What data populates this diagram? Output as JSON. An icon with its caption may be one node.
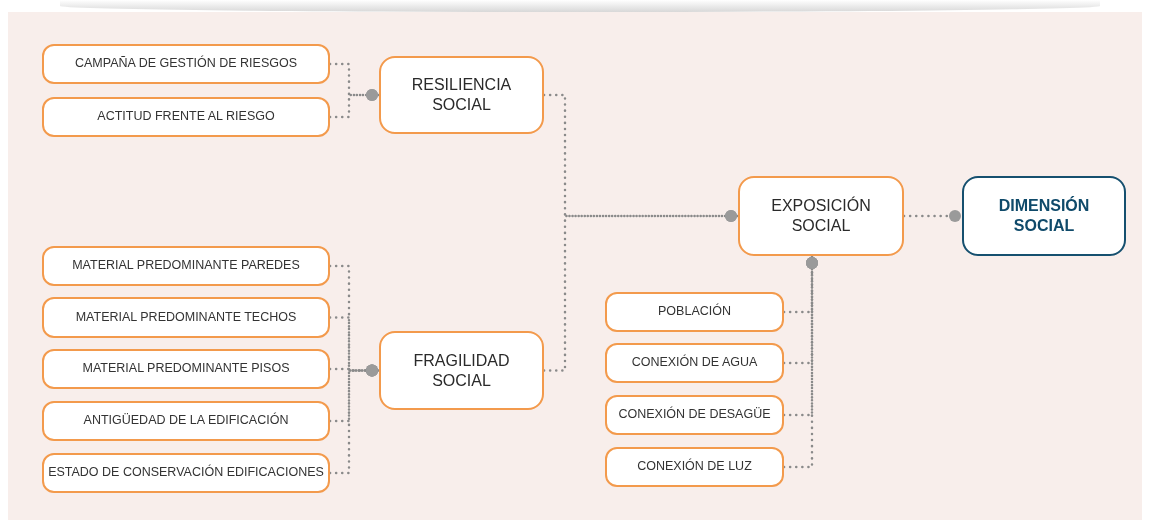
{
  "diagram": {
    "nodes": [
      {
        "text": [
          "CAMPAÑA DE GESTIÓN DE RIESGOS"
        ]
      },
      {
        "text": [
          "ACTITUD FRENTE AL RIESGO"
        ]
      },
      {
        "text": [
          "RESILIENCIA SOCIAL"
        ]
      },
      {
        "text": [
          "EXPOSICIÓN SOCIAL"
        ]
      },
      {
        "text": [
          "DIMENSIÓN SOCIAL"
        ]
      },
      {
        "text": [
          "MATERIAL PREDOMINANTE PAREDES"
        ]
      },
      {
        "text": [
          "MATERIAL PREDOMINANTE TECHOS"
        ]
      },
      {
        "text": [
          "MATERIAL PREDOMINANTE PISOS"
        ]
      },
      {
        "text": [
          "ANTIGÜEDAD DE LA EDIFICACIÓN"
        ]
      },
      {
        "text": [
          "ESTADO DE CONSERVACIÓN EDIFICACIONES"
        ]
      },
      {
        "text": [
          "FRAGILIDAD SOCIAL"
        ]
      },
      {
        "text": [
          "POBLACIÓN"
        ]
      },
      {
        "text": [
          "CONEXIÓN DE AGUA"
        ]
      },
      {
        "text": [
          "CONEXIÓN DE DESAGÜE"
        ]
      },
      {
        "text": [
          "CONEXIÓN DE LUZ"
        ]
      }
    ],
    "edges": [
      {
        "from": 0,
        "to": 2,
        "arrow": "other"
      },
      {
        "from": 1,
        "to": 2,
        "arrow": "other"
      },
      {
        "from": 2,
        "to": 3,
        "arrow": "other"
      },
      {
        "from": 10,
        "to": 3,
        "arrow": "other"
      },
      {
        "from": 3,
        "to": 4,
        "arrow": "other"
      },
      {
        "from": 5,
        "to": 10,
        "arrow": "other"
      },
      {
        "from": 6,
        "to": 10,
        "arrow": "other"
      },
      {
        "from": 7,
        "to": 10,
        "arrow": "other"
      },
      {
        "from": 8,
        "to": 10,
        "arrow": "other"
      },
      {
        "from": 9,
        "to": 10,
        "arrow": "other"
      },
      {
        "from": 11,
        "to": 3,
        "arrow": "other"
      },
      {
        "from": 12,
        "to": 3,
        "arrow": "other"
      },
      {
        "from": 13,
        "to": 3,
        "arrow": "other"
      },
      {
        "from": 14,
        "to": 3,
        "arrow": "other"
      }
    ]
  }
}
